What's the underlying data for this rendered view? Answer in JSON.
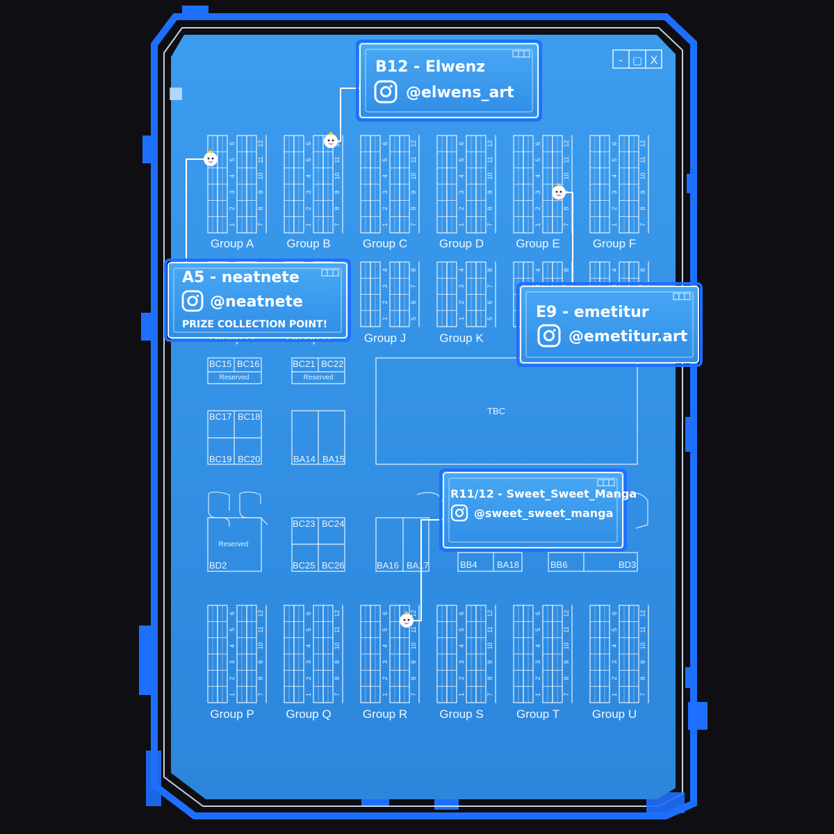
{
  "colors": {
    "background": "#0f0f13",
    "map_fill": "#2f8fe0",
    "map_fill_light": "#3ea0ee",
    "accent": "#1f6fff",
    "line": "#e8f4ff"
  },
  "window_controls": [
    "-",
    "▢",
    "X"
  ],
  "top_groups": [
    {
      "id": "A",
      "label": "Group A"
    },
    {
      "id": "B",
      "label": "Group B"
    },
    {
      "id": "C",
      "label": "Group C"
    },
    {
      "id": "D",
      "label": "Group D"
    },
    {
      "id": "E",
      "label": "Group E"
    },
    {
      "id": "F",
      "label": "Group F"
    }
  ],
  "mid_groups": [
    {
      "id": "G",
      "label": "Group G"
    },
    {
      "id": "H",
      "label": "Group H"
    },
    {
      "id": "J",
      "label": "Group J"
    },
    {
      "id": "K",
      "label": "Group K"
    }
  ],
  "bottom_groups": [
    {
      "id": "P",
      "label": "Group P"
    },
    {
      "id": "Q",
      "label": "Group Q"
    },
    {
      "id": "R",
      "label": "Group R"
    },
    {
      "id": "S",
      "label": "Group S"
    },
    {
      "id": "T",
      "label": "Group T"
    },
    {
      "id": "U",
      "label": "Group U"
    }
  ],
  "table_numbers_left": [
    "6",
    "5",
    "4",
    "3",
    "2",
    "1"
  ],
  "table_numbers_right": [
    "12",
    "11",
    "10",
    "9",
    "8",
    "7"
  ],
  "mid_numbers_left": [
    "4",
    "3",
    "2",
    "1"
  ],
  "mid_numbers_right": [
    "8",
    "7",
    "6",
    "5"
  ],
  "booths": {
    "bc15": "BC15",
    "bc16": "BC16",
    "reserved_1": "Reserved",
    "bc21": "BC21",
    "bc22": "BC22",
    "reserved_2": "Reserved",
    "bc17": "BC17",
    "bc18": "BC18",
    "bc19": "BC19",
    "bc20": "BC20",
    "ba14": "BA14",
    "ba15": "BA15",
    "reserved_3": "Reserved",
    "bd2": "BD2",
    "bc23": "BC23",
    "bc24": "BC24",
    "bc25": "BC25",
    "bc26": "BC26",
    "ba16": "BA16",
    "ba17": "BA17",
    "bb4": "BB4",
    "ba18": "BA18",
    "bb6": "BB6",
    "bd3": "BD3",
    "tbc": "TBC"
  },
  "popups": [
    {
      "id": "b12",
      "title": "B12 - Elwenz",
      "handle": "@elwens_art",
      "note": ""
    },
    {
      "id": "a5",
      "title": "A5 - neatnete",
      "handle": "@neatnete",
      "note": "PRIZE COLLECTION POINT!"
    },
    {
      "id": "e9",
      "title": "E9 - emetitur",
      "handle": "@emetitur.art",
      "note": ""
    },
    {
      "id": "r11",
      "title": "R11/12 - Sweet_Sweet_Manga",
      "handle": "@sweet_sweet_manga",
      "note": ""
    }
  ]
}
